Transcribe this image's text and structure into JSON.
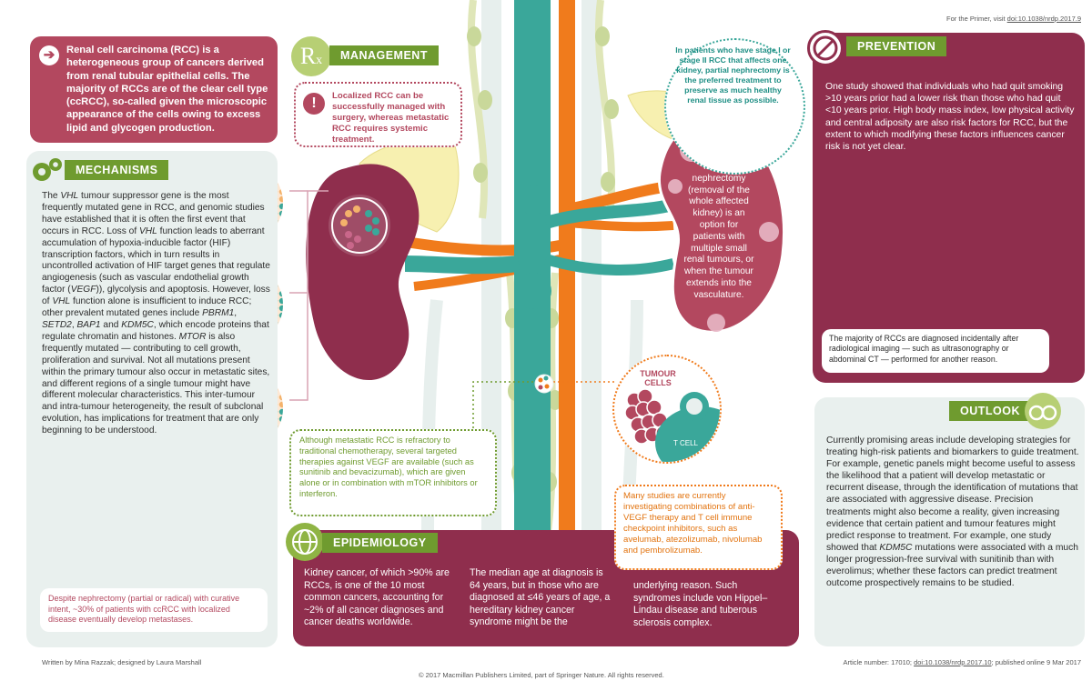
{
  "header": {
    "primer_prefix": "For the Primer, visit ",
    "primer_link": "doi:10.1038/nrdp.2017.9"
  },
  "intro": {
    "text": "Renal cell carcinoma (RCC) is a heterogeneous group of cancers derived from renal tubular epithelial cells. The majority of RCCs are of the clear cell type (ccRCC), so-called given the microscopic appearance of the cells owing to excess lipid and glycogen production."
  },
  "mechanisms": {
    "title": "MECHANISMS",
    "body_html": "The <i>VHL</i> tumour suppressor gene is the most frequently mutated gene in RCC, and genomic studies have established that it is often the first event that occurs in RCC. Loss of <i>VHL</i> function leads to aberrant accumulation of hypoxia-inducible factor (HIF) transcription factors, which in turn results in uncontrolled activation of HIF target genes that regulate angiogenesis (such as vascular endothelial growth factor (<i>VEGF</i>)), glycolysis and apoptosis. However, loss of <i>VHL</i> function alone is insufficient to induce RCC; other prevalent mutated genes include <i>PBRM1</i>, <i>SETD2</i>, <i>BAP1</i> and <i>KDM5C</i>, which encode proteins that regulate chromatin and histones. <i>MTOR</i> is also frequently mutated — contributing to cell growth, proliferation and survival. Not all mutations present within the primary tumour also occur in metastatic sites, and different regions of a single tumour might have different molecular characteristics. This inter-tumour and intra-tumour heterogeneity, the result of subclonal evolution, has implications for treatment that are only beginning to be understood.",
    "note": "Despite nephrectomy (partial or radical) with curative intent, ~30% of patients with ccRCC with localized disease eventually develop metastases."
  },
  "management": {
    "title": "MANAGEMENT",
    "rx": "R",
    "rx_sub": "x",
    "alert_text": "Localized RCC can be successfully managed with surgery, whereas metastatic RCC requires systemic treatment.",
    "stage_text": "In patients who have stage I or stage II RCC that affects one kidney, partial nephrectomy is the preferred treatment to preserve as much healthy renal tissue as possible.",
    "radical_text": "Radical nephrectomy (removal of the whole affected kidney) is an option for patients with multiple small renal tumours, or when the tumour extends into the vasculature.",
    "chemo_text": "Although metastatic RCC is refractory to traditional chemotherapy, several targeted therapies against VEGF are available (such as sunitinib and bevacizumab), which are given alone or in combination with mTOR inhibitors or interferon.",
    "immuno_text": "Many studies are currently investigating combinations of anti-VEGF therapy and T cell immune checkpoint inhibitors, such as avelumab, atezolizumab, nivolumab and pembrolizumab.",
    "tumour_label": "TUMOUR CELLS",
    "tcell_label": "T CELL"
  },
  "prevention": {
    "title": "PREVENTION",
    "text": "One study showed that individuals who had quit smoking >10 years prior had a lower risk than those who had quit <10 years prior. High body mass index, low physical activity and central adiposity are also risk factors for RCC, but the extent to which modifying these factors influences cancer risk is not yet clear.",
    "note": "The majority of RCCs are diagnosed incidentally after radiological imaging — such as ultrasonography or abdominal CT — performed for another reason."
  },
  "epidemiology": {
    "title": "EPIDEMIOLOGY",
    "col1": "Kidney cancer, of which >90% are RCCs, is one of the 10 most common cancers, accounting for ~2% of all cancer diagnoses and cancer deaths worldwide.",
    "col2": "The median age at diagnosis is 64 years, but in those who are diagnosed at ≤46 years of age, a hereditary kidney cancer syndrome might be the",
    "col3": "underlying reason. Such syndromes include von Hippel–Lindau disease and tuberous sclerosis complex."
  },
  "outlook": {
    "title": "OUTLOOK",
    "text_html": "Currently promising areas include developing strategies for treating high-risk patients and biomarkers to guide treatment. For example, genetic panels might become useful to assess the likelihood that a patient will develop metastatic or recurrent disease, through the identification of mutations that are associated with aggressive disease. Precision treatments might also become a reality, given increasing evidence that certain patient and tumour features might predict response to treatment. For example, one study showed that <i>KDM5C</i> mutations were associated with a much longer progression-free survival with sunitinib than with everolimus; whether these factors can predict treatment outcome prospectively remains to be studied."
  },
  "footer": {
    "credits": "Written by Mina Razzak; designed by Laura Marshall",
    "copyright": "© 2017 Macmillan Publishers Limited, part of Springer Nature. All rights reserved.",
    "article_prefix": "Article number: 17010; ",
    "article_link": "doi:10.1038/nrdp.2017.10",
    "article_suffix": "; published online 9 Mar 2017"
  },
  "colors": {
    "pink": "#b3485f",
    "plum": "#8f2e4d",
    "green": "#6f9b2f",
    "teal": "#3aa79a",
    "orange": "#f07b1c",
    "light_bg": "#e9f0ee"
  }
}
